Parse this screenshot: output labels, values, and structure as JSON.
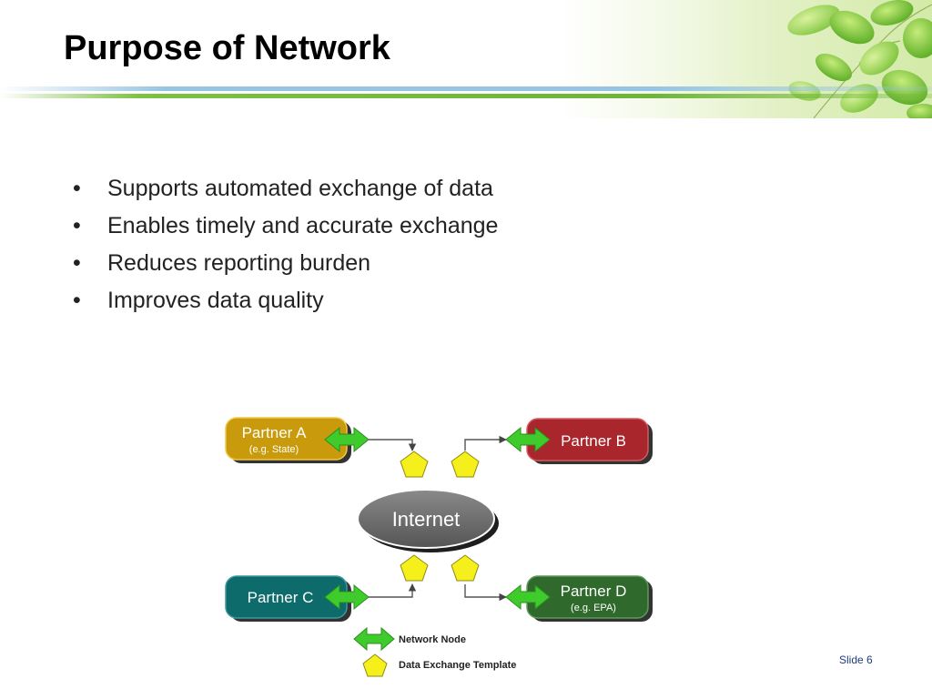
{
  "slide": {
    "title": "Purpose of Network",
    "bullets": [
      "Supports automated exchange of data",
      "Enables timely and accurate exchange",
      "Reduces reporting burden",
      "Improves data quality"
    ],
    "slide_number": "Slide 6"
  },
  "diagram": {
    "hub": "Internet",
    "partners": [
      {
        "name": "Partner A",
        "note": "(e.g. State)",
        "color": "#c89a0c"
      },
      {
        "name": "Partner B",
        "note": "",
        "color": "#a8262c"
      },
      {
        "name": "Partner C",
        "note": "",
        "color": "#0d6b6b"
      },
      {
        "name": "Partner D",
        "note": "(e.g. EPA)",
        "color": "#2f6a2c"
      }
    ],
    "legend": {
      "node_label": "Network Node",
      "template_label": "Data Exchange Template"
    },
    "colors": {
      "node_arrow": "#3ecb2b",
      "template": "#f5ef1c",
      "hub": "#6b6b6b",
      "bullet_text": "#222222",
      "slide_number": "#1f3d7a"
    },
    "icons": {
      "node": "double-arrow-icon",
      "template": "pentagon-icon"
    }
  }
}
